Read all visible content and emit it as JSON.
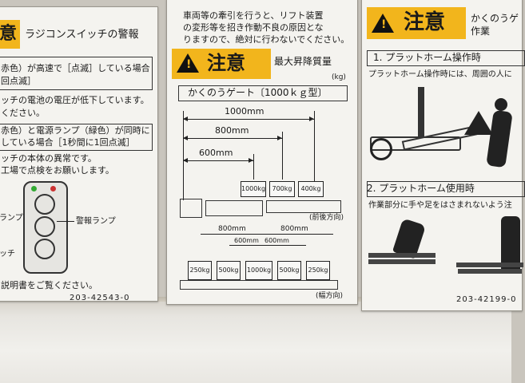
{
  "left_label": {
    "warning_word": "意",
    "title": "ラジコンスイッチの警報",
    "lines": [
      "赤色）が高速で［点滅］している場合",
      "回点滅］",
      "ッチの電池の電圧が低下しています。",
      "ください。",
      "赤色）と電源ランプ（緑色）が同時に",
      "している場合［1秒間に1回点滅］",
      "ッチの本体の異常です。",
      "工場で点検をお願いします。"
    ],
    "lamp_label": "ランプ",
    "alarm_lamp_label": "警報ランプ",
    "switch_label": "ッチ",
    "manual_text": "説明書をご覧ください。",
    "code": "203-42543-0"
  },
  "center_label": {
    "top_lines": [
      "車両等の牽引を行うと、リフト装置",
      "の変形等を招き作動不良の原因とな",
      "りますので、絶対に行わないでください。"
    ],
    "caution_word": "注意",
    "max_lift_title": "最大昇降質量",
    "unit": "(kg)",
    "gate_title": "かくのうゲート〔1000ｋｇ型〕",
    "dims_side": [
      "1000mm",
      "800mm",
      "600mm"
    ],
    "weights_side": [
      "1000kg",
      "700kg",
      "400kg"
    ],
    "direction_front": "(前後方向)",
    "dims_width": [
      "800mm",
      "800mm",
      "600mm",
      "600mm"
    ],
    "weights_width": [
      "250kg",
      "500kg",
      "1000kg",
      "500kg",
      "250kg"
    ],
    "direction_width": "(幅方向)"
  },
  "right_label": {
    "caution_word": "注意",
    "subtitle_1": "かくのうゲ",
    "subtitle_2": "作業",
    "section1_title": "1. プラットホーム操作時",
    "section1_text": "プラットホーム操作時には、周囲の人に",
    "section2_title": "2. プラットホーム使用時",
    "section2_text": "作業部分に手や足をはさまれないよう注",
    "code": "203-42199-0"
  }
}
